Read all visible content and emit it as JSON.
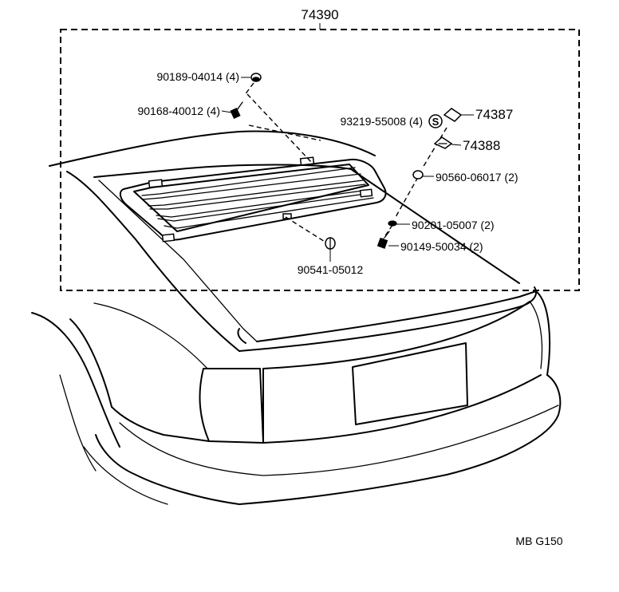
{
  "assembly_number": "74390",
  "callouts": {
    "p90189": "90189-04014 (4)",
    "p90168": "90168-40012 (4)",
    "p93219": "93219-55008 (4)",
    "p74387": "74387",
    "p74388": "74388",
    "p90560": "90560-06017 (2)",
    "p90201": "90201-05007 (2)",
    "p90149": "90149-50034 (2)",
    "p90541": "90541-05012"
  },
  "s_mark": "S",
  "drawing_code": "MB G150"
}
